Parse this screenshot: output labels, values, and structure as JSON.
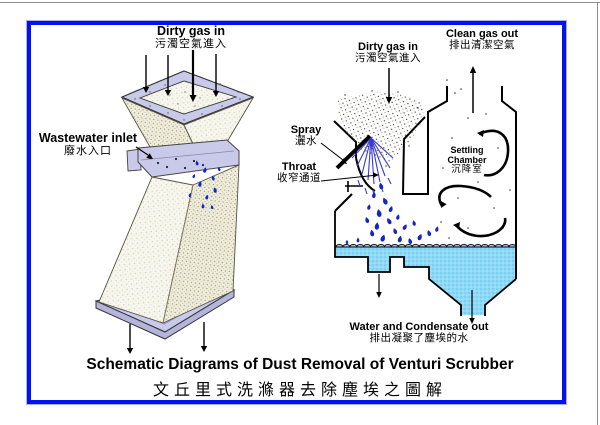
{
  "title": {
    "en": "Schematic Diagrams of Dust Removal of Venturi Scrubber",
    "zh": "文丘里式洗滌器去除塵埃之圖解"
  },
  "left_diagram": {
    "description": "3D cutaway of a venturi scrubber tower",
    "labels": {
      "dirty_gas_in": {
        "en": "Dirty gas in",
        "zh": "污濁空氣進入"
      },
      "wastewater_inlet": {
        "en": "Wastewater inlet",
        "zh": "廢水入口"
      }
    }
  },
  "right_diagram": {
    "description": "Cross-section schematic: venturi throat with spray and settling chamber",
    "labels": {
      "dirty_gas_in": {
        "en": "Dirty gas in",
        "zh": "污濁空氣進入"
      },
      "clean_gas_out": {
        "en": "Clean gas out",
        "zh": "排出清潔空氣"
      },
      "spray": {
        "en": "Spray",
        "zh": "灑水"
      },
      "throat": {
        "en": "Throat",
        "zh": "收窄通道"
      },
      "settling_chamber": {
        "en": "Settling Chamber",
        "zh": "沉降室"
      },
      "water_out": {
        "en": "Water and Condensate out",
        "zh": "排出凝聚了塵埃的水"
      }
    }
  },
  "colors": {
    "frame_blue": "#0013EE",
    "water_blue": "#8FD9F6",
    "droplet_blue": "#1523C8",
    "spray_blue": "#3A3ACF",
    "flange_lavender": "#C9C9EA",
    "body_tan": "#EFEDDE",
    "outline": "#000000"
  }
}
